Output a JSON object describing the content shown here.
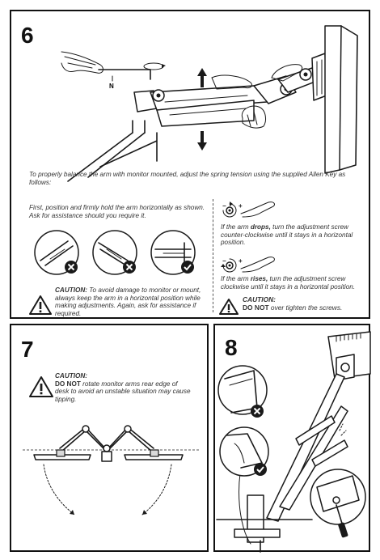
{
  "step6": {
    "number": "6",
    "n_label": "N",
    "intro": "To properly balance the arm with monitor mounted, adjust the spring tension using the supplied Allen Key as follows:",
    "first": "First, position and firmly hold the arm horizontally as shown. Ask for assistance should you require it.",
    "caution_label": "CAUTION:",
    "caution_text": " To avoid damage to monitor or mount,  always keep the arm in a horizontal position while making adjustments. Again, ask for assistance if required.",
    "drops_pre": "If the arm ",
    "drops_bold": "drops,",
    "drops_post": " turn the adjustment screw counter-clockwise until it stays in a horizontal position.",
    "rises_pre": "If the arm ",
    "rises_bold": "rises,",
    "rises_post": " turn the adjustment screw clockwise until it stays in a horizontal position.",
    "caution2_label": "CAUTION:",
    "caution2_do_not": "DO NOT",
    "caution2_text": " over tighten the screws.",
    "minus": "−",
    "plus": "+"
  },
  "step7": {
    "number": "7",
    "caution_label": "CAUTION:",
    "do_not": "DO NOT",
    "caution_text": " rotate monitor arms rear edge of desk to avoid an unstable situation may cause tipping."
  },
  "step8": {
    "number": "8"
  },
  "colors": {
    "ink": "#1a1a1a",
    "warning_fill": "#ffffff",
    "accent_dark": "#1a1a1a"
  }
}
